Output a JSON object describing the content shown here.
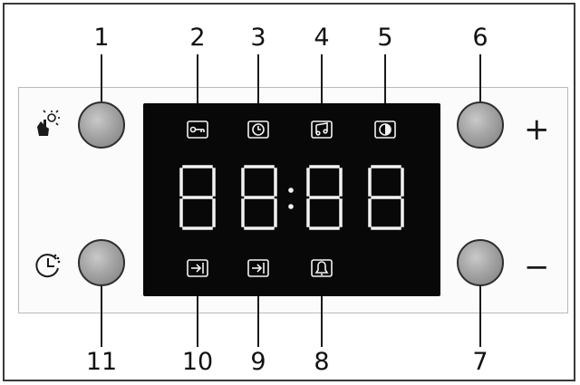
{
  "callouts": {
    "n1": "1",
    "n2": "2",
    "n3": "3",
    "n4": "4",
    "n5": "5",
    "n6": "6",
    "n7": "7",
    "n8": "8",
    "n9": "9",
    "n10": "10",
    "n11": "11"
  },
  "buttons": {
    "plus_label": "+",
    "minus_label": "−"
  },
  "display": {
    "top_indicators": [
      "key-lock-icon",
      "clock-icon",
      "music-note-icon",
      "brightness-icon"
    ],
    "bottom_indicators": [
      "cooking-end-icon",
      "cooking-duration-icon",
      "bell-icon"
    ],
    "segment_color": "#f2f2f2",
    "background_color": "#080808"
  }
}
